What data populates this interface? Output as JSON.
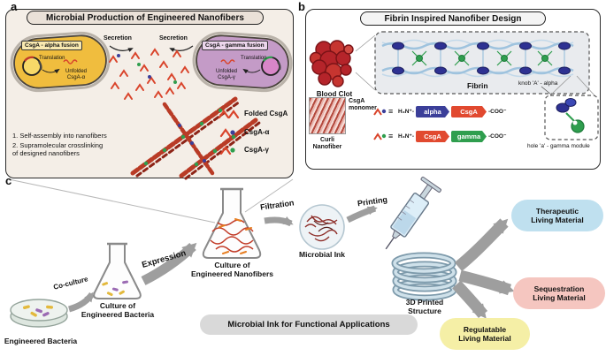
{
  "panel_a": {
    "label": "a",
    "title": "Microbial Production of Engineered Nanofibers",
    "left_cell": {
      "name": "CsgA - alpha fusion",
      "translation": "Translation",
      "unfolded": "Unfolded\nCsgA-α"
    },
    "right_cell": {
      "name": "CsgA - gamma fusion",
      "translation": "Translation",
      "unfolded": "Unfolded\nCsgA-γ"
    },
    "secretion_left": "Secretion",
    "secretion_right": "Secretion",
    "notes": {
      "line1": "1.  Self-assembly into nanofibers",
      "line2": "2.  Supramolecular crosslinking\n      of designed nanofibers"
    },
    "legend": {
      "folded": "Folded CsgA",
      "alpha": "CsgA-α",
      "gamma": "CsgA-γ"
    }
  },
  "panel_b": {
    "label": "b",
    "title": "Fibrin Inspired Nanofiber Design",
    "blood_clot": "Blood Clot",
    "fibrin": "Fibrin",
    "csga_monomer": "CsgA\nmonomer",
    "curli_nanofiber": "Curli\nNanofiber",
    "equals": "≡",
    "alpha_construct": {
      "nterm": "H₃N⁺-",
      "box1": "alpha",
      "box2": "CsgA",
      "cterm": "-COO⁻"
    },
    "gamma_construct": {
      "nterm": "H₃N⁺-",
      "box1": "CsgA",
      "box2": "gamma",
      "cterm": "-COO⁻"
    },
    "knob_label": "knob 'A' - alpha",
    "hole_label": "hole 'a' - gamma module"
  },
  "panel_c": {
    "label": "c",
    "engineered_bacteria": "Engineered Bacteria",
    "coculture": "Co-culture",
    "culture_bacteria": "Culture of\nEngineered Bacteria",
    "expression": "Expression",
    "culture_nanofibers": "Culture of\nEngineered Nanofibers",
    "filtration": "Filtration",
    "microbial_ink": "Microbial Ink",
    "printing": "Printing",
    "printed_structure": "3D Printed\nStructure",
    "banner": "Microbial Ink for Functional Applications",
    "output_therapeutic": "Therapeutic\nLiving Material",
    "output_sequestration": "Sequestration\nLiving Material",
    "output_regulatable": "Regulatable\nLiving Material"
  },
  "colors": {
    "alpha_cell": "#f0bd3e",
    "gamma_cell": "#c49bc7",
    "csga_red": "#d9442b",
    "alpha_blue": "#3b3f99",
    "gamma_green": "#2f9e4e",
    "arrow_gray": "#9e9e9e",
    "therapeutic_bg": "#bfe0ef",
    "sequestration_bg": "#f5c6c0",
    "regulatable_bg": "#f5efa6",
    "banner_bg": "#d9d9d9"
  }
}
